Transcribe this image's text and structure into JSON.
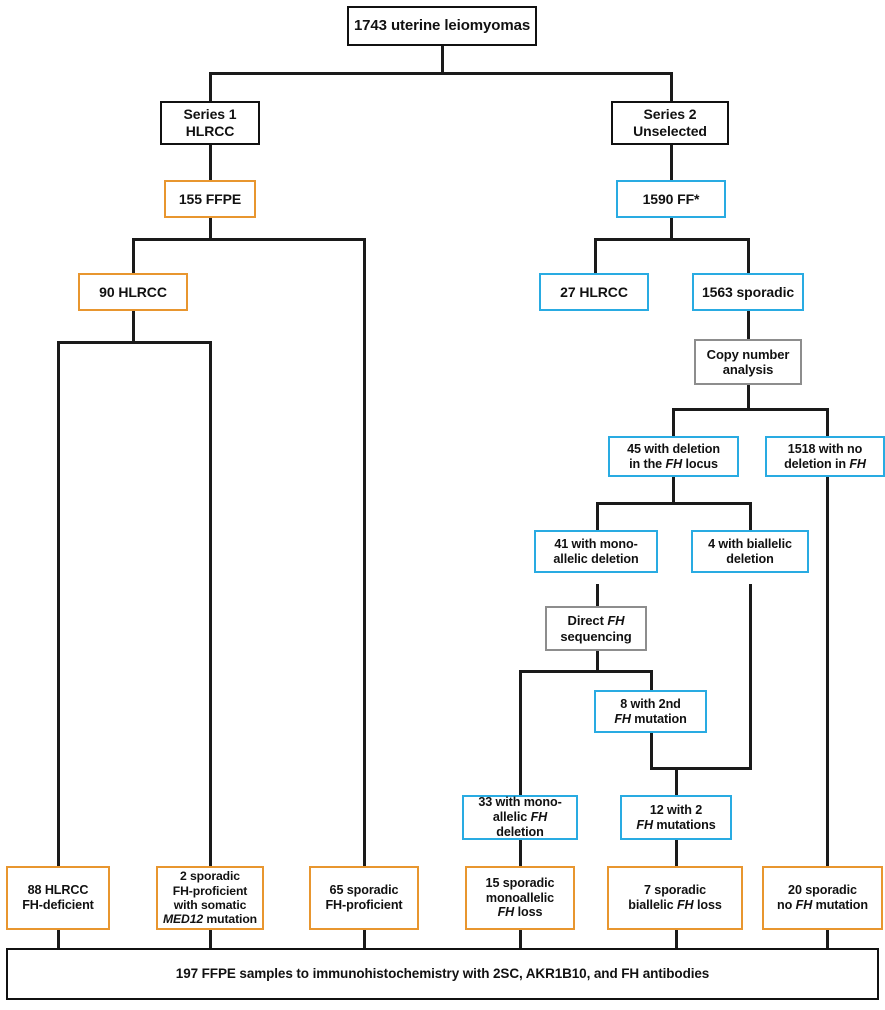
{
  "figure": {
    "type": "flowchart",
    "title_box": "1743 uterine leiomyomas",
    "colors": {
      "black_border": "#111111",
      "orange_border": "#e8962f",
      "blue_border": "#29abe2",
      "grey_border": "#8d8d8d",
      "background": "#ffffff",
      "text": "#111111"
    }
  },
  "nodes": {
    "root": "1743 uterine leiomyomas",
    "series1": "Series 1\nHLRCC",
    "series1_line1": "Series 1",
    "series1_line2": "HLRCC",
    "series2_line1": "Series 2",
    "series2_line2": "Unselected",
    "ffpe155": "155 FFPE",
    "ff1590": "1590 FF*",
    "hlrcc90": "90 HLRCC",
    "hlrcc27": "27 HLRCC",
    "sporadic1563": "1563 sporadic",
    "copy_number_l1": "Copy number",
    "copy_number_l2": "analysis",
    "del45_l1": "45 with deletion",
    "del45_l2_pre": "in the ",
    "del45_l2_gene": "FH",
    "del45_l2_post": " locus",
    "nodel1518_l1": "1518 with no",
    "nodel1518_l2_pre": "deletion in ",
    "nodel1518_l2_gene": "FH",
    "mono41_l1": "41 with mono-",
    "mono41_l2": "allelic deletion",
    "bi4_l1": "4 with biallelic",
    "bi4_l2": "deletion",
    "direct_seq_l1_pre": "Direct ",
    "direct_seq_l1_gene": "FH",
    "direct_seq_l2": "sequencing",
    "mut8_l1": "8 with 2nd",
    "mut8_l2_gene": "FH",
    "mut8_l2_post": " mutation",
    "mono33_l1": "33 with mono-",
    "mono33_l2_pre": "allelic ",
    "mono33_l2_gene": "FH",
    "mono33_l2_post": " deletion",
    "mut12_l1": "12 with 2",
    "mut12_l2_gene": "FH",
    "mut12_l2_post": " mutations",
    "out88_l1": "88 HLRCC",
    "out88_l2": "FH-deficient",
    "out2_l1": "2 sporadic",
    "out2_l2": "FH-proficient",
    "out2_l3": "with somatic",
    "out2_l4_gene": "MED12",
    "out2_l4_post": " mutation",
    "out65_l1": "65 sporadic",
    "out65_l2": "FH-proficient",
    "out15_l1": "15 sporadic",
    "out15_l2": "monoallelic",
    "out15_l3_gene": "FH",
    "out15_l3_post": " loss",
    "out7_l1": "7 sporadic",
    "out7_l2_pre": "biallelic ",
    "out7_l2_gene": "FH",
    "out7_l2_post": " loss",
    "out20_l1": "20 sporadic",
    "out20_l2_pre": "no ",
    "out20_l2_gene": "FH",
    "out20_l2_post": " mutation",
    "footer": "197 FFPE samples to immunohistochemistry with 2SC, AKR1B10, and FH antibodies"
  }
}
